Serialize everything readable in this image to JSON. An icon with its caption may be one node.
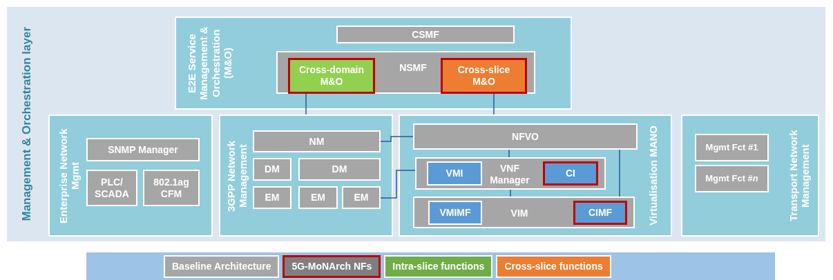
{
  "diagram": {
    "nodes": [
      {
        "text": [
          "Management & Orchestration layer"
        ]
      },
      {
        "text": [
          "E2E Service Management & Orchestration (M&O)"
        ],
        "in": 0
      },
      {
        "text": [
          "CSMF"
        ],
        "in": 1
      },
      {
        "text": [
          "NSMF"
        ],
        "in": 1
      },
      {
        "text": [
          "Cross-domain M&O"
        ],
        "in": 3
      },
      {
        "text": [
          "Cross-slice M&O"
        ],
        "in": 3
      },
      {
        "text": [
          "Enterprise Network Mgmt"
        ],
        "in": 0
      },
      {
        "text": [
          "SNMP Manager"
        ],
        "in": 6
      },
      {
        "text": [
          "PLC/ SCADA"
        ],
        "in": 6
      },
      {
        "text": [
          "802.1ag CFM"
        ],
        "in": 6
      },
      {
        "text": [
          "3GPP Network Management"
        ],
        "in": 0
      },
      {
        "text": [
          "NM"
        ],
        "in": 10
      },
      {
        "text": [
          "DM"
        ],
        "in": 10
      },
      {
        "text": [
          "DM"
        ],
        "in": 10
      },
      {
        "text": [
          "EM"
        ],
        "in": 10
      },
      {
        "text": [
          "EM"
        ],
        "in": 10
      },
      {
        "text": [
          "EM"
        ],
        "in": 10
      },
      {
        "text": [
          "Virtualisation MANO"
        ],
        "in": 0
      },
      {
        "text": [
          "NFVO"
        ],
        "in": 17
      },
      {
        "text": [
          "VNF Manager"
        ],
        "in": 17
      },
      {
        "text": [
          "VMI"
        ],
        "in": 19
      },
      {
        "text": [
          "CI"
        ],
        "in": 19
      },
      {
        "text": [
          "VIM"
        ],
        "in": 17
      },
      {
        "text": [
          "VMIMF"
        ],
        "in": 22
      },
      {
        "text": [
          "CIMF"
        ],
        "in": 22
      },
      {
        "text": [
          "Transport Network Management"
        ],
        "in": 0
      },
      {
        "text": [
          "Mgmt Fct #1"
        ],
        "in": 25
      },
      {
        "text": [
          "Mgmt Fct #*n*"
        ],
        "in": 25
      }
    ],
    "edges": [
      {
        "from": 3,
        "to": 10,
        "arrow": "none"
      },
      {
        "from": 3,
        "to": 17,
        "arrow": "none"
      },
      {
        "from": 11,
        "to": 18,
        "arrow": "none"
      },
      {
        "from": 16,
        "to": 19,
        "arrow": "none"
      },
      {
        "from": 18,
        "to": 19,
        "arrow": "none"
      },
      {
        "from": 19,
        "to": 22,
        "arrow": "none"
      },
      {
        "from": 18,
        "to": 22,
        "arrow": "none"
      }
    ],
    "legend": [
      {
        "text": "Baseline Architecture",
        "color": "#a6a6a6"
      },
      {
        "text": "5G-MoNArch NFs"
      },
      {
        "text": "Intra-slice functions",
        "color": "#70ad47"
      },
      {
        "text": "Cross-slice functions",
        "color": "#ed7d31"
      }
    ]
  }
}
